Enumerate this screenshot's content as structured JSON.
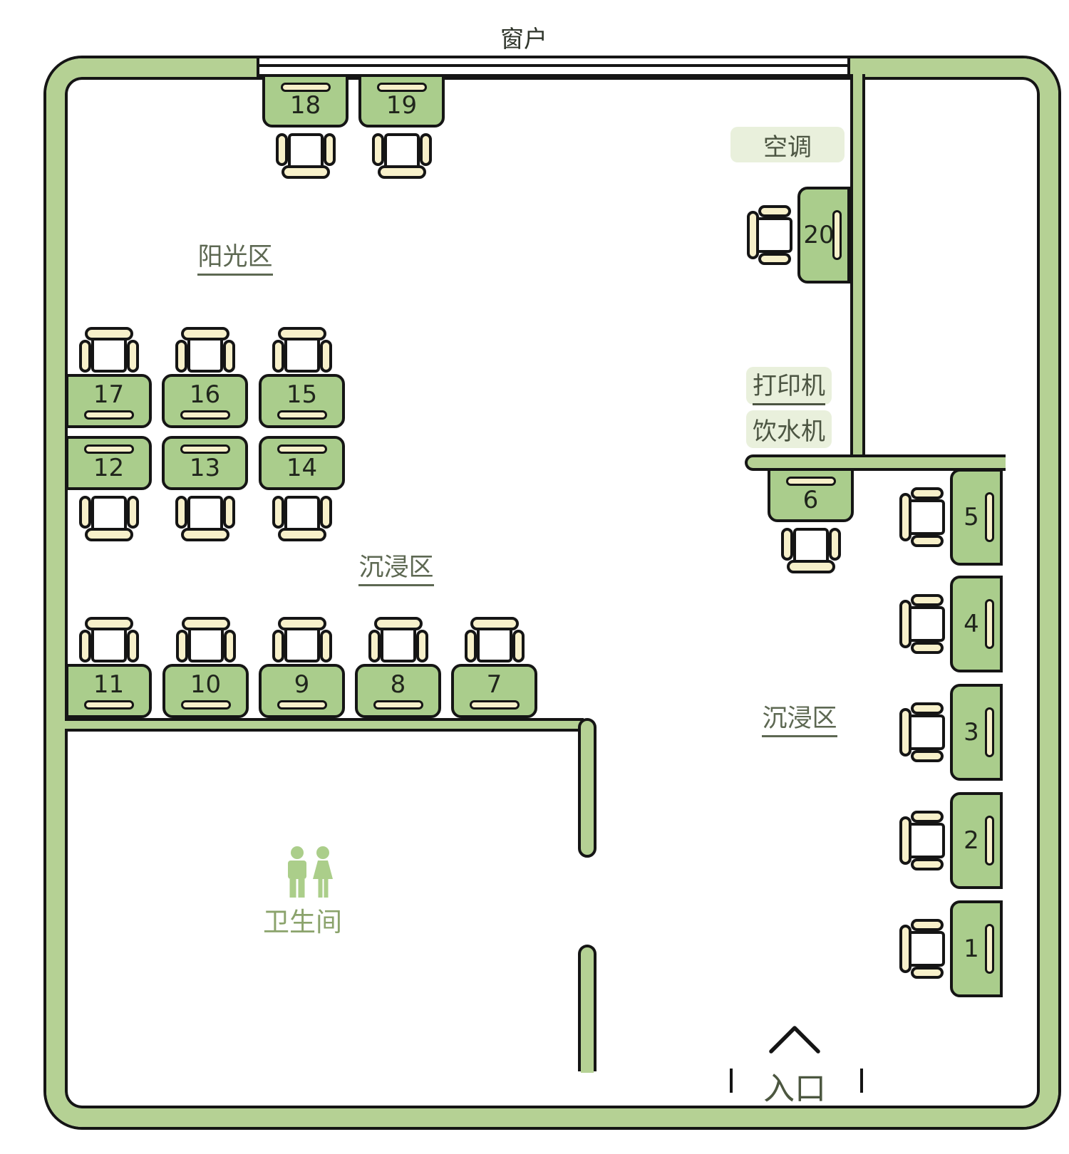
{
  "title": "窗户",
  "facilities": {
    "window": "窗户",
    "ac": "空调",
    "printer": "打印机",
    "water_dispenser": "饮水机",
    "restroom": "卫生间",
    "entrance": "入口"
  },
  "zones": {
    "sunny": "阳光区",
    "immersive_mid": "沉浸区",
    "immersive_right": "沉浸区"
  },
  "desks": [
    {
      "number": "1"
    },
    {
      "number": "2"
    },
    {
      "number": "3"
    },
    {
      "number": "4"
    },
    {
      "number": "5"
    },
    {
      "number": "6"
    },
    {
      "number": "7"
    },
    {
      "number": "8"
    },
    {
      "number": "9"
    },
    {
      "number": "10"
    },
    {
      "number": "11"
    },
    {
      "number": "12"
    },
    {
      "number": "13"
    },
    {
      "number": "14"
    },
    {
      "number": "15"
    },
    {
      "number": "16"
    },
    {
      "number": "17"
    },
    {
      "number": "18"
    },
    {
      "number": "19"
    },
    {
      "number": "20"
    }
  ],
  "colors": {
    "wall": "#b5d194",
    "desk": "#aacd8c",
    "cream": "#f7f0ca",
    "outline": "#151515",
    "label_bg": "#e9f0dc",
    "label_text": "#4c5542",
    "zone_text": "#5d6852",
    "restroom_icon": "#abce8a",
    "restroom_text": "#8ba36c",
    "entrance_text": "#4c5740"
  }
}
